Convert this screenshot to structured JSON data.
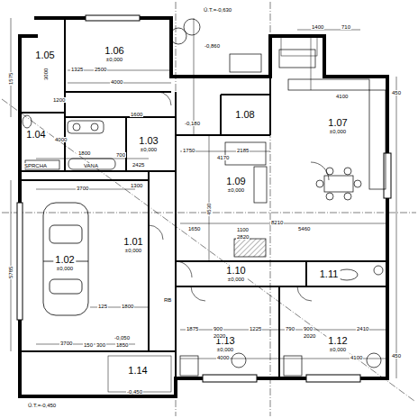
{
  "diagram": {
    "nodes": [
      {
        "text": [
          "1.05"
        ]
      },
      {
        "text": [
          "1.06",
          "±0,000"
        ]
      },
      {
        "text": [
          "1.04"
        ]
      },
      {
        "text": [
          "1.03",
          "±0,000"
        ]
      },
      {
        "text": [
          "1.08"
        ]
      },
      {
        "text": [
          "1.07",
          "±0,000"
        ]
      },
      {
        "text": [
          "1.09",
          "±0,000"
        ]
      },
      {
        "text": [
          "1.01",
          "±0,000"
        ]
      },
      {
        "text": [
          "1.02",
          "±0,000"
        ]
      },
      {
        "text": [
          "1.10",
          "±0,000"
        ]
      },
      {
        "text": [
          "1.11"
        ]
      },
      {
        "text": [
          "1.13",
          "±0,000"
        ]
      },
      {
        "text": [
          "1.12",
          "±0,000"
        ]
      },
      {
        "text": [
          "1.14"
        ]
      }
    ],
    "labels": [
      "Ú.T.=-0,630",
      "1400",
      "710",
      "4100",
      "-0,860",
      "-0,180",
      "1750",
      "4170",
      "2185",
      "4530",
      "1650",
      "1100",
      "2820",
      "8210",
      "5460",
      "2500",
      "4000",
      "1325",
      "1575",
      "3000",
      "1200",
      "4000",
      "1600",
      "1800",
      "SPRCHA",
      "VANA",
      "2425",
      "700",
      "1300",
      "3700",
      "3700",
      "5785",
      "1800",
      "125",
      "-0,050",
      "1850",
      "300",
      "150",
      "-0,450",
      "Ú.T.=-0,450",
      "RB",
      "1875",
      "900",
      "2020",
      "1225",
      "790",
      "900",
      "2020",
      "2410",
      "4000",
      "4100",
      "450",
      "450"
    ]
  }
}
